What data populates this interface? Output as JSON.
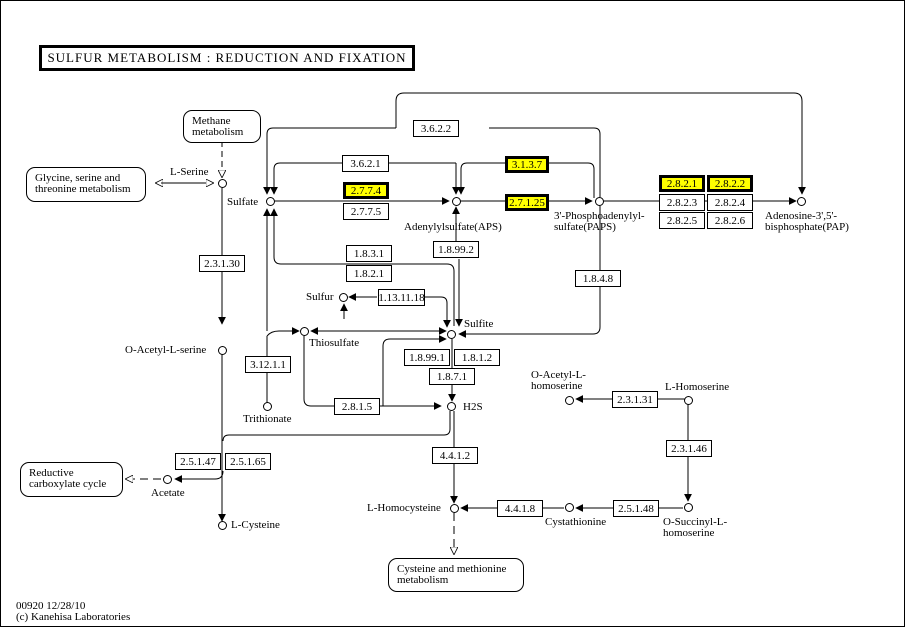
{
  "title": "SULFUR METABOLISM : REDUCTION AND FIXATION",
  "footer": {
    "id_date": "00920 12/28/10",
    "copyright": "(c) Kanehisa Laboratories"
  },
  "colors": {
    "highlight": "#ffff00",
    "line": "#000000",
    "background": "#ffffff"
  },
  "maps": {
    "methane": "Methane metabolism",
    "glycine": "Glycine, serine and threonine metabolism",
    "reductive": "Reductive carboxylate cycle",
    "cysteine_methionine": "Cysteine and methionine metabolism"
  },
  "compounds": {
    "l_serine": "L-Serine",
    "sulfate": "Sulfate",
    "aps": "Adenylylsulfate(APS)",
    "paps": "3'-Phosphoadenylyl-sulfate(PAPS)",
    "pap": "Adenosine-3',5'-bisphosphate(PAP)",
    "sulfur": "Sulfur",
    "sulfite": "Sulfite",
    "thiosulfate": "Thiosulfate",
    "trithionate": "Trithionate",
    "o_acetyl_serine": "O-Acetyl-L-serine",
    "h2s": "H2S",
    "acetate": "Acetate",
    "l_cysteine": "L-Cysteine",
    "l_homocysteine": "L-Homocysteine",
    "o_acetyl_homoserine": "O-Acetyl-L-homoserine",
    "l_homoserine": "L-Homoserine",
    "cystathionine": "Cystathionine",
    "o_succinyl_homoserine": "O-Succinyl-L-homoserine"
  },
  "enzymes": {
    "e3622": {
      "label": "3.6.2.2",
      "highlighted": false
    },
    "e3621": {
      "label": "3.6.2.1",
      "highlighted": false
    },
    "e3137": {
      "label": "3.1.3.7",
      "highlighted": true
    },
    "e2774": {
      "label": "2.7.7.4",
      "highlighted": true
    },
    "e2775": {
      "label": "2.7.7.5",
      "highlighted": false
    },
    "e27125": {
      "label": "2.7.1.25",
      "highlighted": true
    },
    "e2821": {
      "label": "2.8.2.1",
      "highlighted": true
    },
    "e2822": {
      "label": "2.8.2.2",
      "highlighted": true
    },
    "e2823": {
      "label": "2.8.2.3",
      "highlighted": false
    },
    "e2824": {
      "label": "2.8.2.4",
      "highlighted": false
    },
    "e2825": {
      "label": "2.8.2.5",
      "highlighted": false
    },
    "e2826": {
      "label": "2.8.2.6",
      "highlighted": false
    },
    "e23130": {
      "label": "2.3.1.30",
      "highlighted": false
    },
    "e1831": {
      "label": "1.8.3.1",
      "highlighted": false
    },
    "e1821": {
      "label": "1.8.2.1",
      "highlighted": false
    },
    "e18992": {
      "label": "1.8.99.2",
      "highlighted": false
    },
    "e1848": {
      "label": "1.8.4.8",
      "highlighted": false
    },
    "e1131118": {
      "label": "1.13.11.18",
      "highlighted": false
    },
    "e31211": {
      "label": "3.12.1.1",
      "highlighted": false
    },
    "e18991": {
      "label": "1.8.99.1",
      "highlighted": false
    },
    "e1812": {
      "label": "1.8.1.2",
      "highlighted": false
    },
    "e1871": {
      "label": "1.8.7.1",
      "highlighted": false
    },
    "e2815": {
      "label": "2.8.1.5",
      "highlighted": false
    },
    "e25147": {
      "label": "2.5.1.47",
      "highlighted": false
    },
    "e25165": {
      "label": "2.5.1.65",
      "highlighted": false
    },
    "e4412": {
      "label": "4.4.1.2",
      "highlighted": false
    },
    "e4418": {
      "label": "4.4.1.8",
      "highlighted": false
    },
    "e25148": {
      "label": "2.5.1.48",
      "highlighted": false
    },
    "e23131": {
      "label": "2.3.1.31",
      "highlighted": false
    },
    "e23146": {
      "label": "2.3.1.46",
      "highlighted": false
    }
  }
}
